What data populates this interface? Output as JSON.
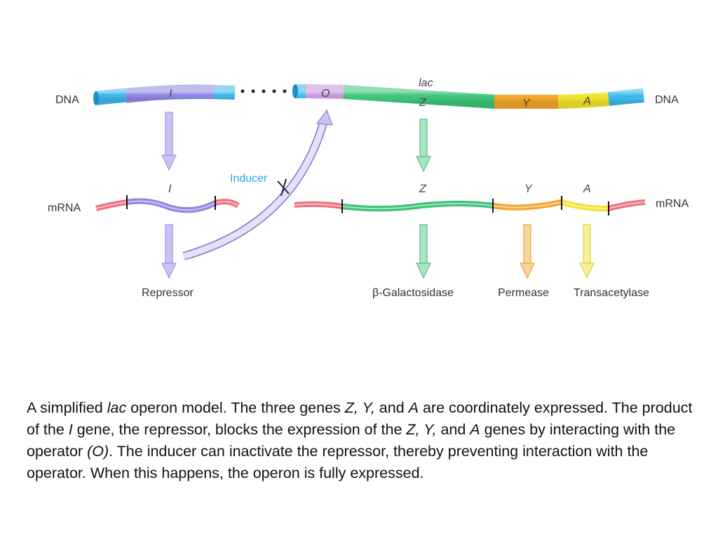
{
  "diagram": {
    "dna_left": "DNA",
    "dna_right": "DNA",
    "mrna_left": "mRNA",
    "mrna_right": "mRNA",
    "lac": "lac",
    "gene_i": "I",
    "gene_o": "O",
    "gene_z": "Z",
    "gene_y": "Y",
    "gene_a": "A",
    "inducer": "Inducer",
    "repressor": "Repressor",
    "galactosidase": "β-Galactosidase",
    "permease": "Permease",
    "transacetylase": "Transacetylase",
    "colors": {
      "dna_end": "#3cb8ec",
      "i_gene": "#8f87e4",
      "o_region": "#c595dd",
      "z_gene": "#3cc47a",
      "y_gene": "#f3a52a",
      "a_gene": "#f2e42a",
      "mrna_end": "#f0707e",
      "inducer_text": "#29a8e0"
    }
  },
  "caption": {
    "s1": "A simplified ",
    "s2": "lac",
    "s3": " operon model. The three genes ",
    "s4": "Z, Y,",
    "s5": " and ",
    "s6": "A",
    "s7": " are coordinately expressed. The product of the ",
    "s8": "I",
    "s9": " gene, the repressor, blocks the expression of the ",
    "s10": "Z, Y,",
    "s11": " and ",
    "s12": "A",
    "s13": " genes by interacting with the operator ",
    "s14": "(O)",
    "s15": ". The inducer can inactivate the repressor, thereby preventing interaction with the operator. When this happens, the operon is fully expressed."
  }
}
